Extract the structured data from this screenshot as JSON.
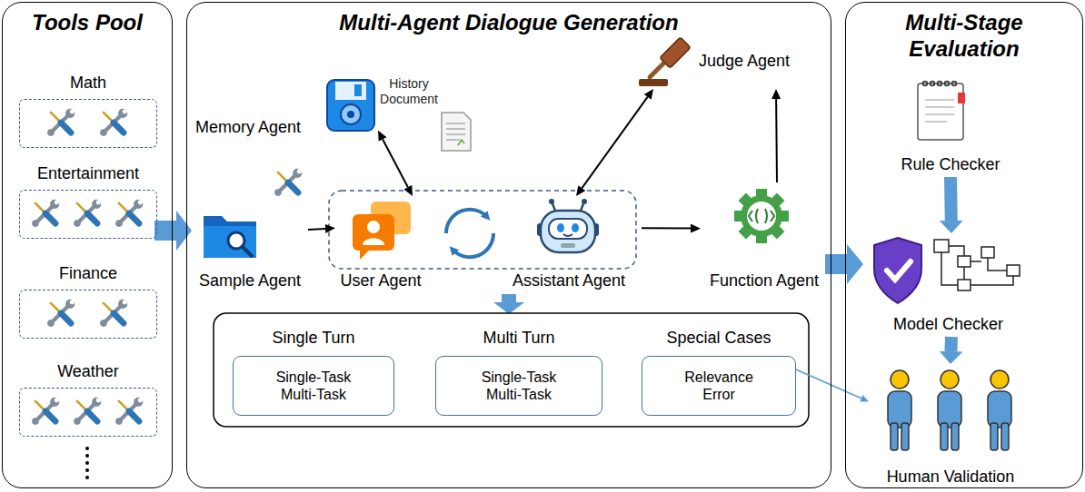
{
  "diagram": {
    "nodes": [
      {
        "text": [
          "Tools Pool"
        ]
      },
      {
        "text": [
          "Math"
        ],
        "in": 0
      },
      {
        "text": [
          "Entertainment"
        ],
        "in": 0
      },
      {
        "text": [
          "Finance"
        ],
        "in": 0
      },
      {
        "text": [
          "Weather"
        ],
        "in": 0
      },
      {
        "text": [
          "Multi-Agent Dialogue Generation"
        ]
      },
      {
        "text": [
          "Memory Agent"
        ],
        "in": 5
      },
      {
        "text": [
          "Judge Agent"
        ],
        "in": 5
      },
      {
        "text": [
          "Sample Agent"
        ],
        "in": 5
      },
      {
        "text": [
          "User Agent"
        ],
        "in": 5
      },
      {
        "text": [
          "Assistant Agent"
        ],
        "in": 5
      },
      {
        "text": [
          "Function Agent"
        ],
        "in": 5
      },
      {
        "text": [
          "Single Turn",
          "Single-Task Multi-Task"
        ],
        "in": 5
      },
      {
        "text": [
          "Multi Turn",
          "Single-Task Multi-Task"
        ],
        "in": 5
      },
      {
        "text": [
          "Special Cases",
          "Relevance Error"
        ],
        "in": 5
      },
      {
        "text": [
          "Multi-Stage Evaluation"
        ]
      },
      {
        "text": [
          "Rule Checker"
        ],
        "in": 15
      },
      {
        "text": [
          "Model Checker"
        ],
        "in": 15
      },
      {
        "text": [
          "Human Validation"
        ],
        "in": 15
      }
    ],
    "edges": [
      {
        "from": 8,
        "to": 9,
        "arrow": "to"
      },
      {
        "from": 6,
        "to": 9,
        "arrow": "both"
      },
      {
        "from": 7,
        "to": 10,
        "arrow": "both"
      },
      {
        "from": 10,
        "to": 11,
        "arrow": "to"
      },
      {
        "from": 11,
        "to": 7,
        "arrow": "to"
      },
      {
        "from": 16,
        "to": 17,
        "arrow": "to"
      },
      {
        "from": 17,
        "to": 18,
        "arrow": "to"
      },
      {
        "from": 14,
        "to": 18,
        "arrow": "to"
      }
    ],
    "labels": [
      "History Document"
    ]
  }
}
